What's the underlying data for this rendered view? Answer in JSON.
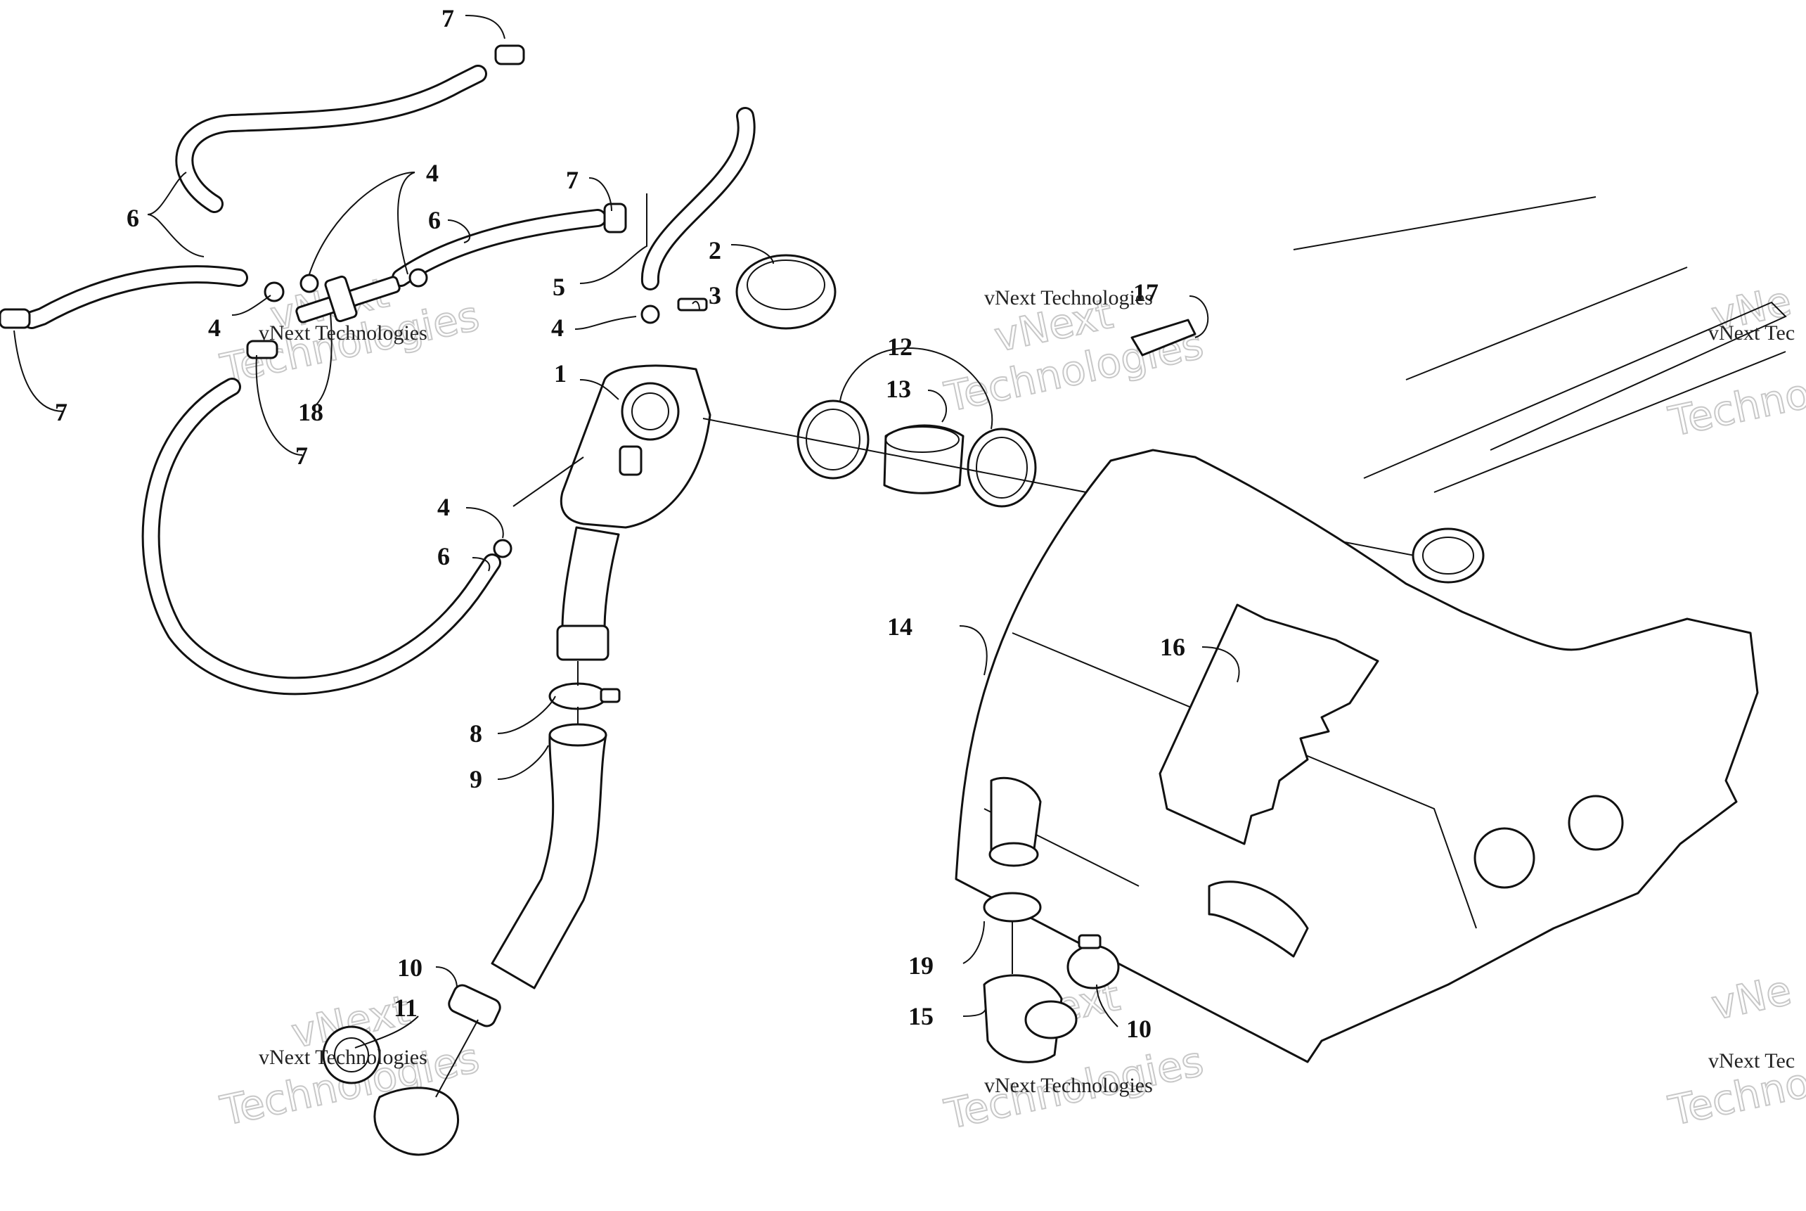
{
  "callouts": [
    {
      "id": "c7a",
      "text": "7"
    },
    {
      "id": "c6a",
      "text": "6"
    },
    {
      "id": "c4a",
      "text": "4"
    },
    {
      "id": "c7b",
      "text": "7"
    },
    {
      "id": "c6b",
      "text": "6"
    },
    {
      "id": "c2",
      "text": "2"
    },
    {
      "id": "c5",
      "text": "5"
    },
    {
      "id": "c3",
      "text": "3"
    },
    {
      "id": "c4b",
      "text": "4"
    },
    {
      "id": "c4c",
      "text": "4"
    },
    {
      "id": "c7c",
      "text": "7"
    },
    {
      "id": "c18",
      "text": "18"
    },
    {
      "id": "c7d",
      "text": "7"
    },
    {
      "id": "c1",
      "text": "1"
    },
    {
      "id": "c17",
      "text": "17"
    },
    {
      "id": "c12",
      "text": "12"
    },
    {
      "id": "c13",
      "text": "13"
    },
    {
      "id": "c4d",
      "text": "4"
    },
    {
      "id": "c6c",
      "text": "6"
    },
    {
      "id": "c14",
      "text": "14"
    },
    {
      "id": "c16",
      "text": "16"
    },
    {
      "id": "c8",
      "text": "8"
    },
    {
      "id": "c9",
      "text": "9"
    },
    {
      "id": "c10a",
      "text": "10"
    },
    {
      "id": "c11",
      "text": "11"
    },
    {
      "id": "c19",
      "text": "19"
    },
    {
      "id": "c15",
      "text": "15"
    },
    {
      "id": "c10b",
      "text": "10"
    }
  ],
  "watermark": {
    "line1": "vNext Technologies",
    "line2": "vNext",
    "line3": "Technologies",
    "edge_line1": "vNext Tec",
    "edge_line2": "Techno",
    "edge_line3": "vNe"
  }
}
